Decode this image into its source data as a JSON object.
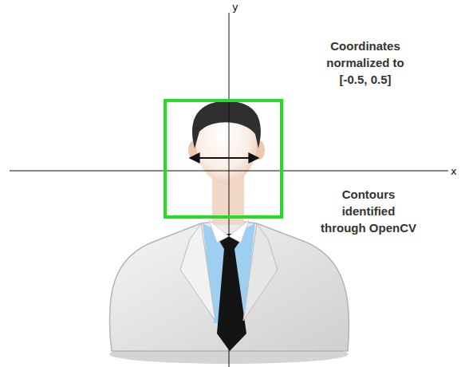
{
  "diagram": {
    "labels": [
      "y",
      "x",
      "Coordinates normalized to [-0.5, 0.5]",
      "Contours identified through OpenCV"
    ]
  }
}
